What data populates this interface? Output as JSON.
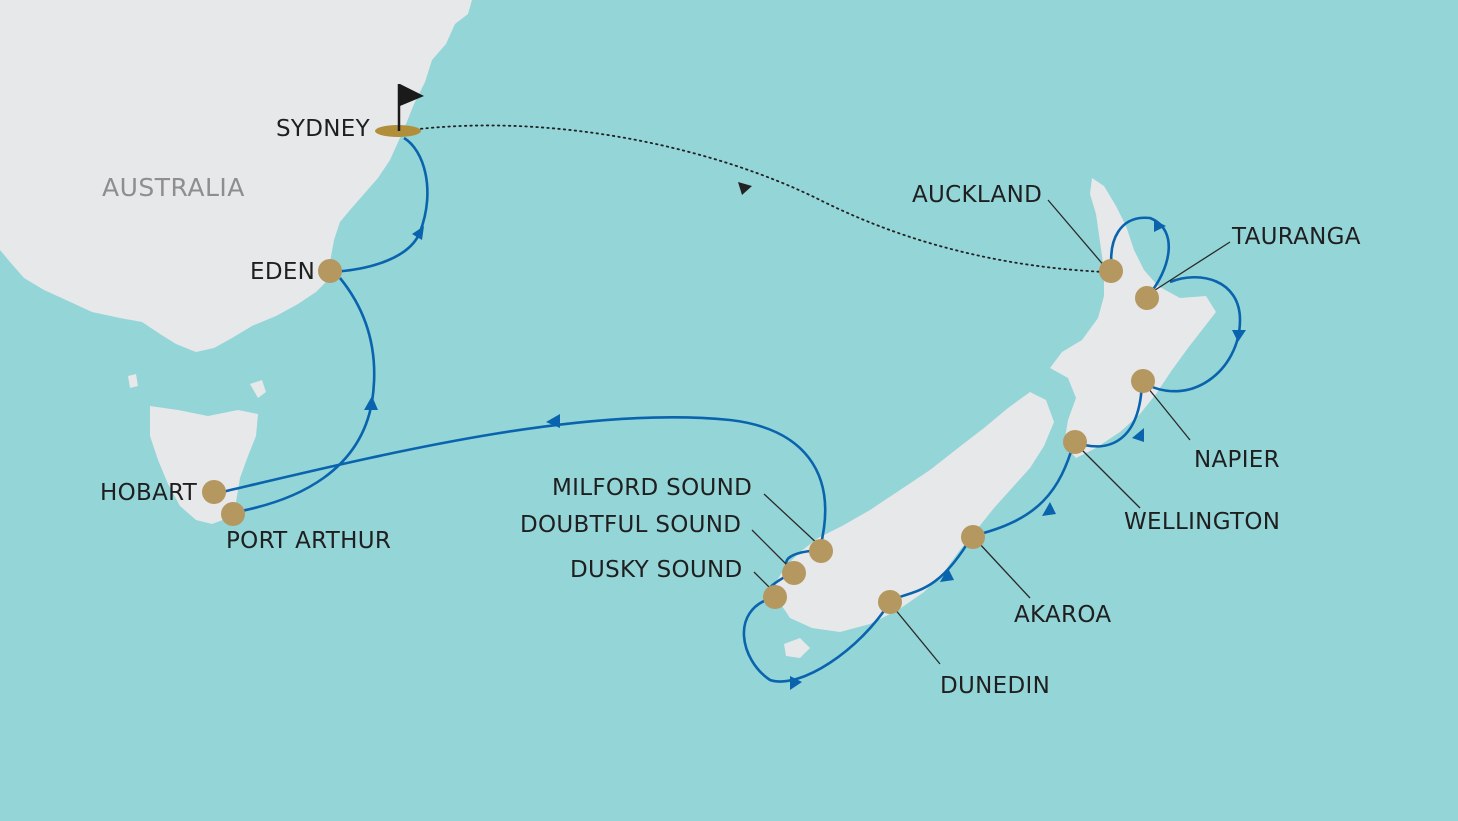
{
  "region_label": "AUSTRALIA",
  "ports": {
    "sydney": "SYDNEY",
    "eden": "EDEN",
    "hobart": "HOBART",
    "port_arthur": "PORT ARTHUR",
    "milford_sound": "MILFORD SOUND",
    "doubtful_sound": "DOUBTFUL SOUND",
    "dusky_sound": "DUSKY SOUND",
    "dunedin": "DUNEDIN",
    "akaroa": "AKAROA",
    "wellington": "WELLINGTON",
    "napier": "NAPIER",
    "tauranga": "TAURANGA",
    "auckland": "AUCKLAND"
  },
  "colors": {
    "sea": "#94d5d8",
    "land": "#e6e8ea",
    "route": "#0a63ad",
    "port_marker": "#b59760",
    "start_flag": "#1a1a1a",
    "start_base": "#b08e3a"
  },
  "icons": {
    "start": "flag-icon",
    "port": "port-dot-icon",
    "direction": "route-arrow-icon"
  }
}
